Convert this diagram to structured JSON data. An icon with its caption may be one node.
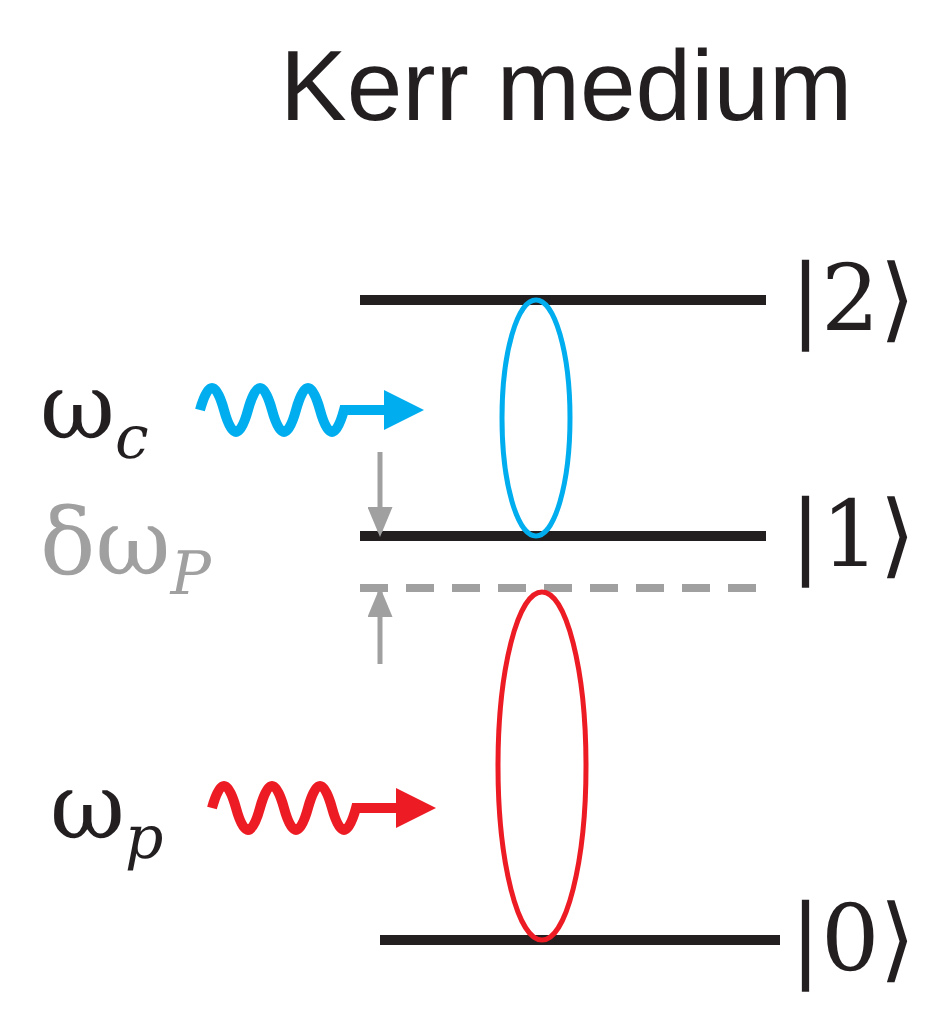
{
  "diagram": {
    "title": "Kerr medium",
    "labels": [
      "ω$_{c}$",
      "|2⟩",
      "δω$_{P}$",
      "|1⟩",
      "ω$_{p}$",
      "|0⟩"
    ]
  }
}
